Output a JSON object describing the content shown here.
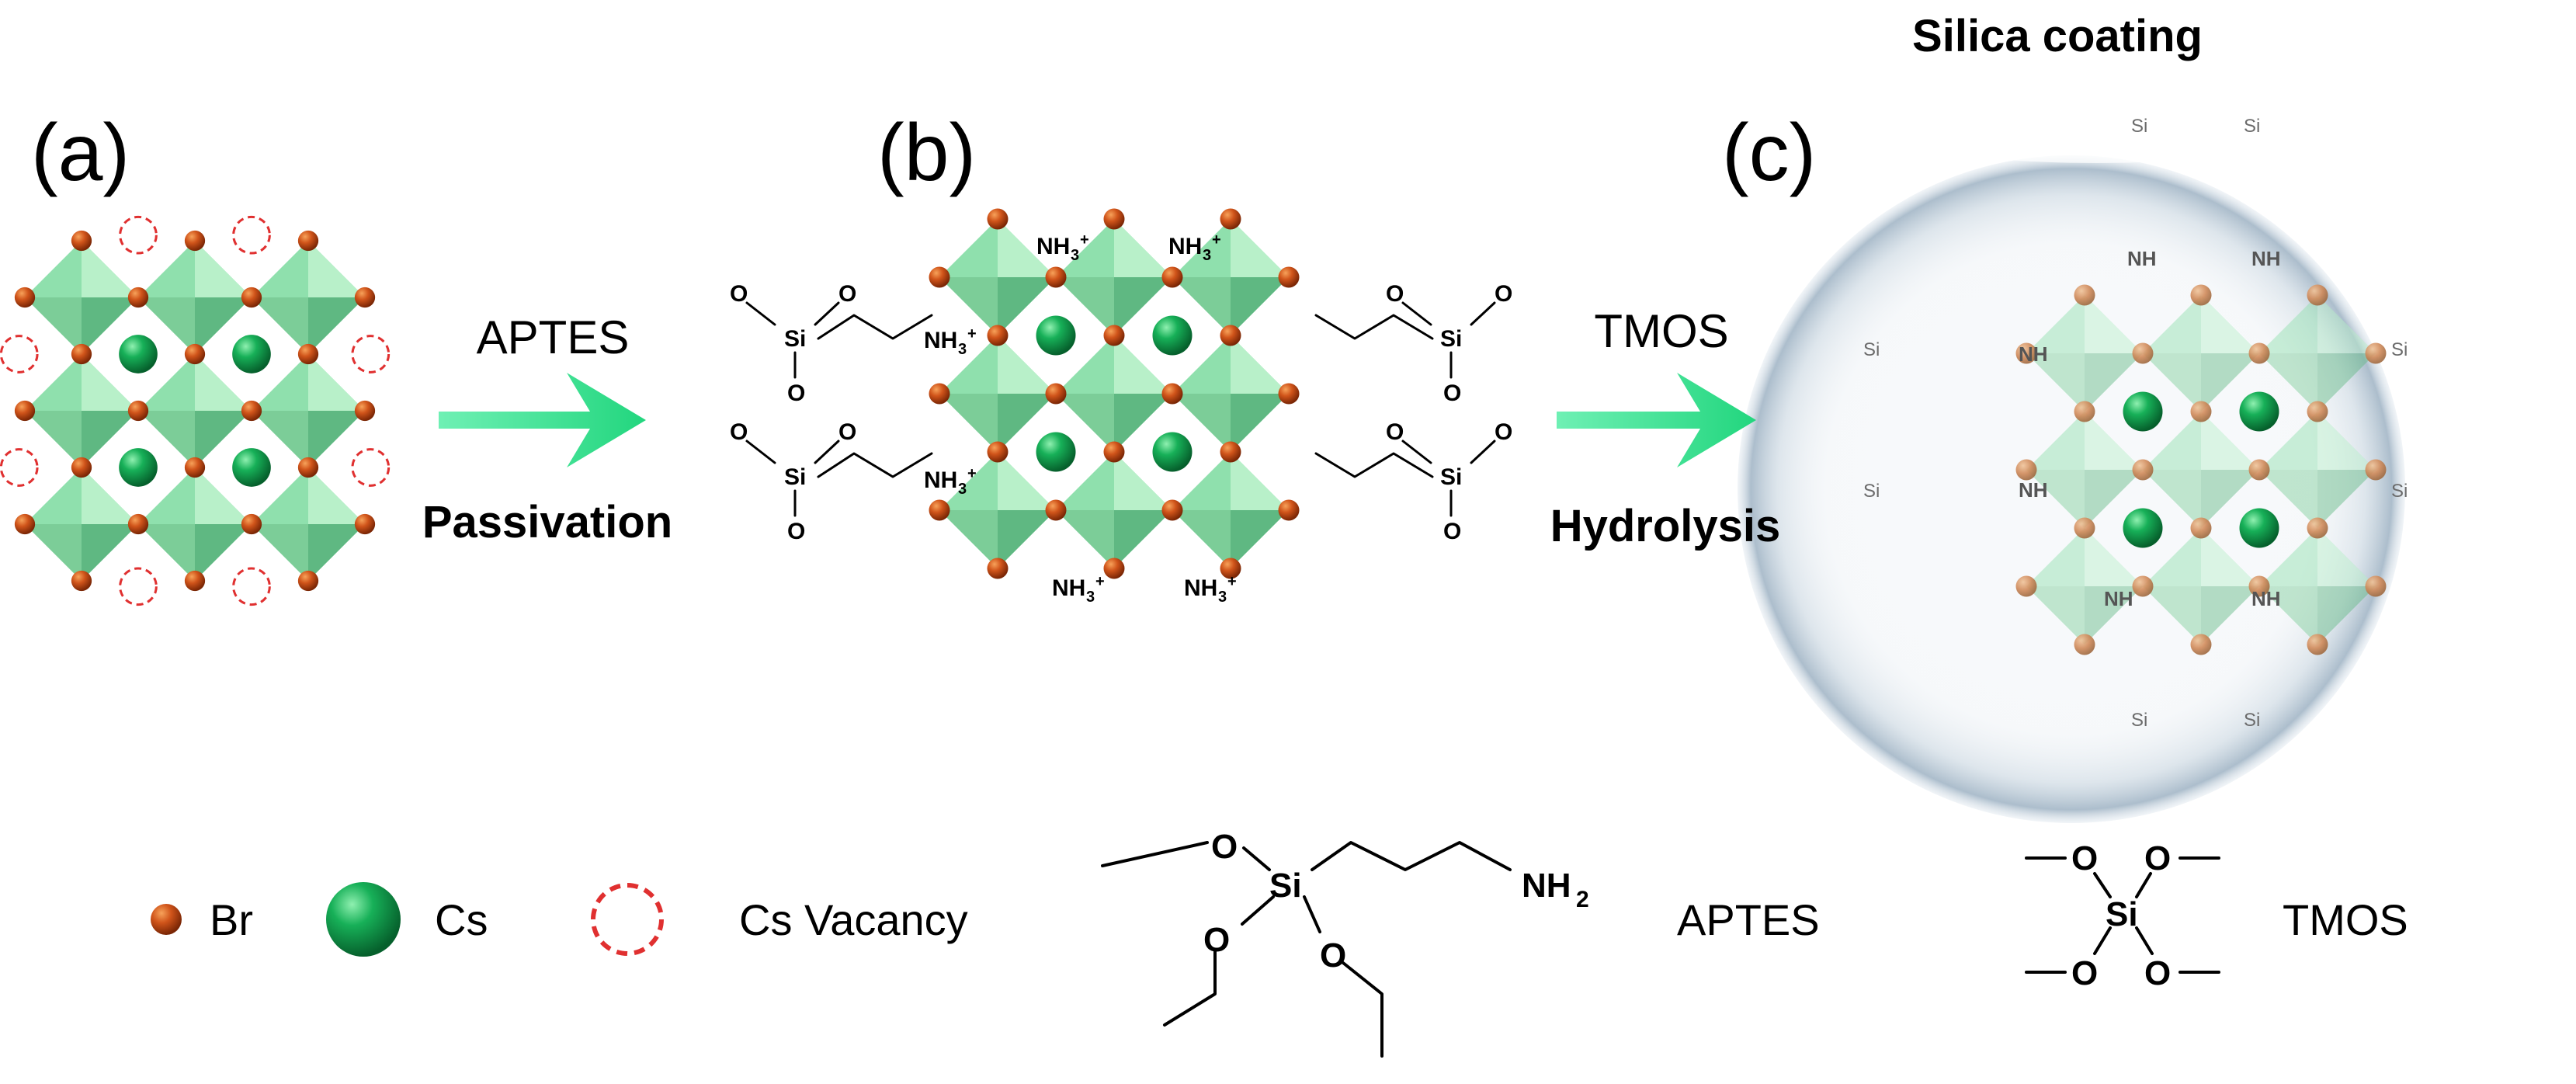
{
  "panels": {
    "a": {
      "label": "(a)"
    },
    "b": {
      "label": "(b)"
    },
    "c": {
      "label": "(c)",
      "title": "Silica coating"
    }
  },
  "arrows": {
    "passivation": {
      "reagent": "APTES",
      "process": "Passivation"
    },
    "hydrolysis": {
      "reagent": "TMOS",
      "process": "Hydrolysis"
    }
  },
  "chem_labels": {
    "si": "Si",
    "o": "O",
    "nh3": "NH",
    "h3n_prefix": "+",
    "h3n": "H",
    "n": "N",
    "sub3": "3",
    "sup_plus": "+",
    "nh2": "NH",
    "sub2": "2"
  },
  "legend": {
    "br": "Br",
    "cs": "Cs",
    "cs_vacancy": "Cs Vacancy",
    "aptes": "APTES",
    "tmos": "TMOS"
  },
  "colors": {
    "br_atom": "#c8500f",
    "cs_atom": "#12a050",
    "octahedron": "#8fd8a6",
    "vacancy": "#e03030",
    "arrow": "#2fdc8a"
  }
}
